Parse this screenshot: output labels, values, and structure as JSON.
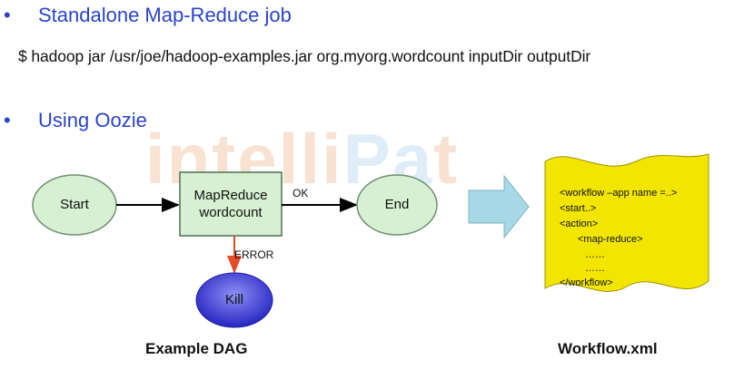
{
  "bullets": [
    {
      "marker": "•",
      "text": "Standalone Map-Reduce job"
    },
    {
      "marker": "•",
      "text": "Using Oozie"
    }
  ],
  "command": "$ hadoop jar /usr/joe/hadoop-examples.jar org.myorg.wordcount  inputDir  outputDir",
  "watermark": {
    "part1": "intelli",
    "part2": "Pa",
    "part3": "t"
  },
  "dag": {
    "start": "Start",
    "mapreduce_line1": "MapReduce",
    "mapreduce_line2": "wordcount",
    "end": "End",
    "kill": "Kill",
    "ok_label": "OK",
    "error_label": "ERROR",
    "caption": "Example DAG"
  },
  "workflow": {
    "lines": [
      "<workflow –app name =..>",
      "<start..>",
      "<action>",
      "<map-reduce>",
      "……",
      "……",
      "</workflow>"
    ],
    "caption": "Workflow.xml"
  },
  "colors": {
    "bullet_text": "#2a44c9",
    "node_fill": "#d6f0d1",
    "kill_fill": "#3c3cd0",
    "doc_fill": "#f2e500",
    "arrow_block_fill": "#a6d8e6",
    "error_arrow": "#e34b2a"
  }
}
